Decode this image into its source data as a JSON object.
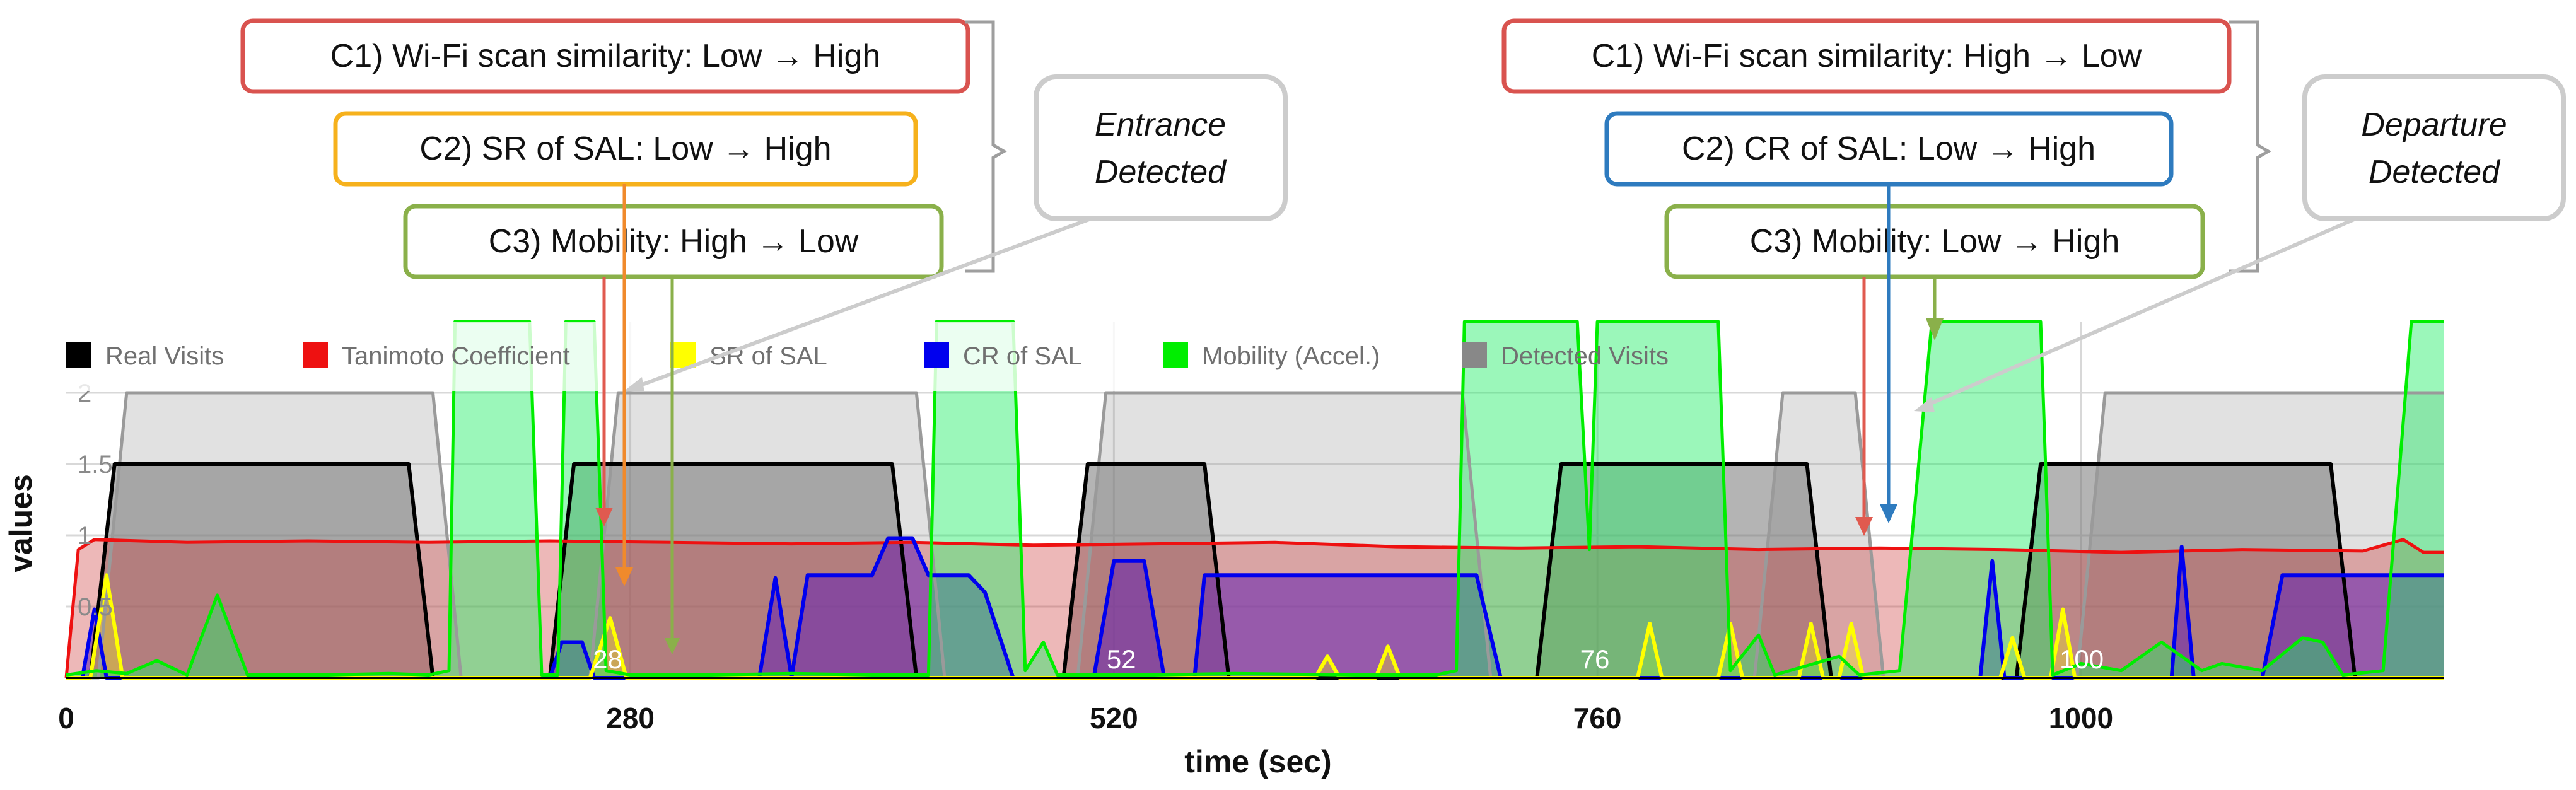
{
  "chart_data": {
    "type": "area",
    "xlabel": "time (sec)",
    "ylabel": "values",
    "xlim": [
      0,
      1180
    ],
    "ylim": [
      0,
      2.5
    ],
    "x_ticks": [
      "0",
      "280",
      "520",
      "760",
      "1000"
    ],
    "x_tick_values": [
      0,
      280,
      520,
      760,
      1000
    ],
    "y_ticks": [
      "0.5",
      "1",
      "1.5",
      "2"
    ],
    "y_tick_values": [
      0.5,
      1,
      1.5,
      2
    ],
    "grid": true,
    "legend_position": "top",
    "legend": [
      {
        "label": "Real Visits",
        "color": "#000000"
      },
      {
        "label": "Tanimoto Coefficient",
        "color": "#ee1111"
      },
      {
        "label": "SR of SAL",
        "color": "#ffff00"
      },
      {
        "label": "CR of SAL",
        "color": "#0000ee"
      },
      {
        "label": "Mobility (Accel.)",
        "color": "#00ee00"
      },
      {
        "label": "Detected Visits",
        "color": "#888888"
      }
    ],
    "series": [
      {
        "name": "Real Visits",
        "color": "#000000",
        "points": [
          [
            0,
            0
          ],
          [
            12,
            0
          ],
          [
            24,
            1.5
          ],
          [
            170,
            1.5
          ],
          [
            182,
            0
          ],
          [
            240,
            0
          ],
          [
            252,
            1.5
          ],
          [
            410,
            1.5
          ],
          [
            422,
            0
          ],
          [
            495,
            0
          ],
          [
            507,
            1.5
          ],
          [
            565,
            1.5
          ],
          [
            577,
            0
          ],
          [
            730,
            0
          ],
          [
            742,
            1.5
          ],
          [
            864,
            1.5
          ],
          [
            876,
            0
          ],
          [
            968,
            0
          ],
          [
            980,
            1.5
          ],
          [
            1124,
            1.5
          ],
          [
            1136,
            0
          ],
          [
            1180,
            0
          ]
        ]
      },
      {
        "name": "Detected Visits",
        "color": "#888888",
        "points": [
          [
            0,
            0
          ],
          [
            16,
            0
          ],
          [
            30,
            2
          ],
          [
            182,
            2
          ],
          [
            196,
            0
          ],
          [
            260,
            0
          ],
          [
            274,
            2
          ],
          [
            422,
            2
          ],
          [
            436,
            0
          ],
          [
            502,
            0
          ],
          [
            516,
            2
          ],
          [
            693,
            2
          ],
          [
            707,
            0
          ],
          [
            838,
            0
          ],
          [
            852,
            2
          ],
          [
            888,
            2
          ],
          [
            902,
            0
          ],
          [
            998,
            0
          ],
          [
            1012,
            2
          ],
          [
            1180,
            2
          ]
        ]
      },
      {
        "name": "Tanimoto Coefficient",
        "color": "#ee1111",
        "points": [
          [
            0,
            0
          ],
          [
            6,
            0.9
          ],
          [
            14,
            0.97
          ],
          [
            60,
            0.95
          ],
          [
            120,
            0.96
          ],
          [
            180,
            0.95
          ],
          [
            240,
            0.96
          ],
          [
            300,
            0.95
          ],
          [
            360,
            0.94
          ],
          [
            420,
            0.95
          ],
          [
            480,
            0.93
          ],
          [
            540,
            0.94
          ],
          [
            600,
            0.95
          ],
          [
            660,
            0.92
          ],
          [
            720,
            0.91
          ],
          [
            780,
            0.92
          ],
          [
            840,
            0.9
          ],
          [
            900,
            0.91
          ],
          [
            960,
            0.9
          ],
          [
            1020,
            0.88
          ],
          [
            1080,
            0.9
          ],
          [
            1140,
            0.89
          ],
          [
            1160,
            0.97
          ],
          [
            1170,
            0.88
          ],
          [
            1180,
            0.88
          ]
        ]
      },
      {
        "name": "SR of SAL",
        "color": "#ffff00",
        "points": [
          [
            0,
            0
          ],
          [
            12,
            0
          ],
          [
            20,
            0.72
          ],
          [
            28,
            0
          ],
          [
            260,
            0
          ],
          [
            270,
            0.42
          ],
          [
            278,
            0
          ],
          [
            620,
            0
          ],
          [
            626,
            0.15
          ],
          [
            632,
            0
          ],
          [
            650,
            0
          ],
          [
            656,
            0.22
          ],
          [
            662,
            0
          ],
          [
            780,
            0
          ],
          [
            786,
            0.38
          ],
          [
            792,
            0
          ],
          [
            820,
            0
          ],
          [
            826,
            0.38
          ],
          [
            832,
            0
          ],
          [
            860,
            0
          ],
          [
            866,
            0.38
          ],
          [
            872,
            0
          ],
          [
            880,
            0
          ],
          [
            886,
            0.38
          ],
          [
            892,
            0
          ],
          [
            960,
            0
          ],
          [
            966,
            0.28
          ],
          [
            972,
            0
          ],
          [
            985,
            0
          ],
          [
            991,
            0.48
          ],
          [
            997,
            0
          ],
          [
            1180,
            0
          ]
        ]
      },
      {
        "name": "CR of SAL",
        "color": "#0000ee",
        "points": [
          [
            0,
            0
          ],
          [
            8,
            0
          ],
          [
            14,
            0.48
          ],
          [
            20,
            0
          ],
          [
            240,
            0
          ],
          [
            246,
            0.25
          ],
          [
            256,
            0.25
          ],
          [
            262,
            0
          ],
          [
            344,
            0
          ],
          [
            352,
            0.7
          ],
          [
            360,
            0
          ],
          [
            368,
            0.72
          ],
          [
            400,
            0.72
          ],
          [
            408,
            0.98
          ],
          [
            420,
            0.98
          ],
          [
            428,
            0.72
          ],
          [
            448,
            0.72
          ],
          [
            456,
            0.6
          ],
          [
            470,
            0
          ],
          [
            510,
            0
          ],
          [
            520,
            0.82
          ],
          [
            535,
            0.82
          ],
          [
            545,
            0
          ],
          [
            560,
            0
          ],
          [
            565,
            0.72
          ],
          [
            700,
            0.72
          ],
          [
            712,
            0
          ],
          [
            950,
            0
          ],
          [
            956,
            0.82
          ],
          [
            962,
            0
          ],
          [
            1045,
            0
          ],
          [
            1050,
            0.92
          ],
          [
            1056,
            0
          ],
          [
            1090,
            0
          ],
          [
            1100,
            0.72
          ],
          [
            1180,
            0.72
          ]
        ]
      },
      {
        "name": "Mobility (Accel.)",
        "color": "#00ee00",
        "points": [
          [
            0,
            0.02
          ],
          [
            15,
            0.05
          ],
          [
            30,
            0.03
          ],
          [
            45,
            0.12
          ],
          [
            60,
            0.02
          ],
          [
            75,
            0.58
          ],
          [
            90,
            0.02
          ],
          [
            130,
            0.02
          ],
          [
            160,
            0.03
          ],
          [
            180,
            0.02
          ],
          [
            190,
            0.05
          ],
          [
            193,
            2.5
          ],
          [
            230,
            2.5
          ],
          [
            236,
            0.02
          ],
          [
            244,
            0.02
          ],
          [
            248,
            2.5
          ],
          [
            262,
            2.5
          ],
          [
            268,
            0.05
          ],
          [
            280,
            0.02
          ],
          [
            320,
            0.02
          ],
          [
            360,
            0.03
          ],
          [
            400,
            0.02
          ],
          [
            428,
            0.02
          ],
          [
            432,
            2.5
          ],
          [
            470,
            2.5
          ],
          [
            476,
            0.05
          ],
          [
            485,
            0.25
          ],
          [
            492,
            0.02
          ],
          [
            540,
            0.02
          ],
          [
            580,
            0.03
          ],
          [
            640,
            0.02
          ],
          [
            680,
            0.02
          ],
          [
            690,
            0.05
          ],
          [
            694,
            2.5
          ],
          [
            750,
            2.5
          ],
          [
            756,
            0.9
          ],
          [
            760,
            2.5
          ],
          [
            820,
            2.5
          ],
          [
            826,
            0.05
          ],
          [
            840,
            0.3
          ],
          [
            848,
            0.02
          ],
          [
            880,
            0.15
          ],
          [
            890,
            0.02
          ],
          [
            910,
            0.05
          ],
          [
            926,
            2.5
          ],
          [
            980,
            2.5
          ],
          [
            986,
            0.02
          ],
          [
            1000,
            0.1
          ],
          [
            1020,
            0.05
          ],
          [
            1040,
            0.25
          ],
          [
            1060,
            0.05
          ],
          [
            1070,
            0.1
          ],
          [
            1090,
            0.05
          ],
          [
            1110,
            0.28
          ],
          [
            1120,
            0.25
          ],
          [
            1130,
            0.02
          ],
          [
            1150,
            0.05
          ],
          [
            1164,
            2.5
          ],
          [
            1180,
            2.5
          ]
        ]
      }
    ],
    "visit_markers": [
      "28",
      "52",
      "76",
      "100"
    ],
    "visit_marker_x": [
      252,
      507,
      742,
      980
    ]
  },
  "annotations": {
    "entrance": {
      "c1": "C1) Wi-Fi scan similarity:  Low → High",
      "c2": "C2) SR of SAL: Low → High",
      "c3": "C3) Mobility: High → Low",
      "callout_line1": "Entrance",
      "callout_line2": "Detected"
    },
    "departure": {
      "c1": "C1) Wi-Fi scan similarity:  High → Low",
      "c2": "C2) CR of SAL: Low → High",
      "c3": "C3) Mobility: Low → High",
      "callout_line1": "Departure",
      "callout_line2": "Detected"
    }
  }
}
